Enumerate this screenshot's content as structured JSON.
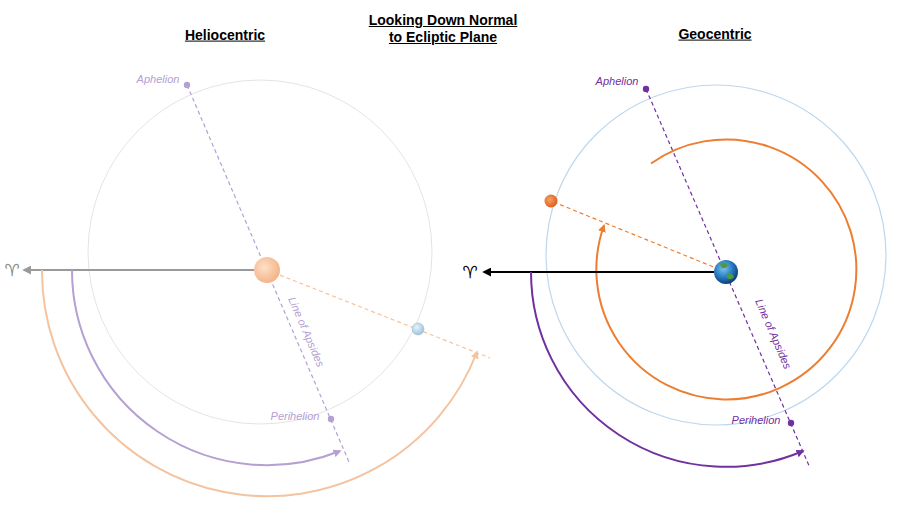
{
  "diagram": {
    "title": "Looking Down Normal to Ecliptic Plane",
    "labels": [
      "Heliocentric",
      "Geocentric",
      "♈",
      "Aphelion",
      "Line of Apsides",
      "Perihelion",
      "♈",
      "Aphelion",
      "Line of Apsides",
      "Perihelion"
    ]
  }
}
